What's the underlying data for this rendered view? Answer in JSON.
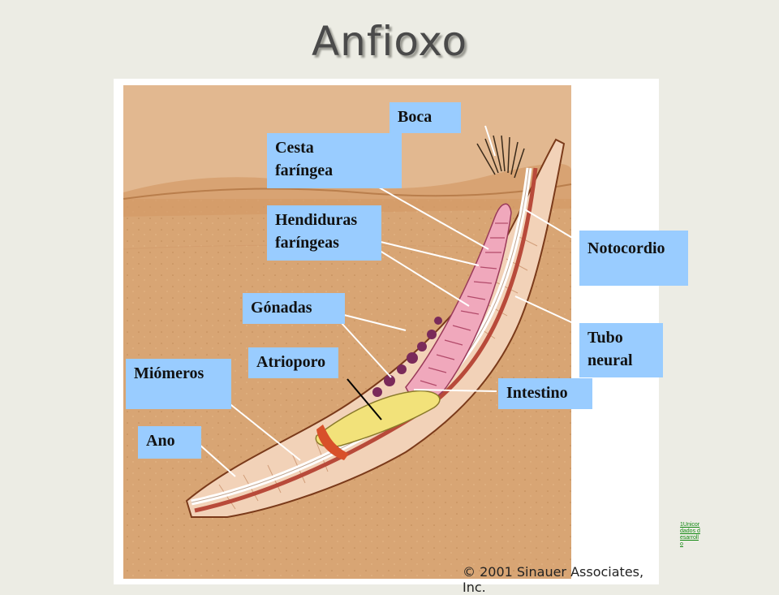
{
  "title": "Anfioxo",
  "labels": {
    "boca": "Boca",
    "cesta": "Cesta\nfaríngea",
    "hendiduras": "Hendiduras\nfaríngeas",
    "notocordio": "Notocordio",
    "gonadas": "Gónadas",
    "tubo": "Tubo\nneural",
    "atrioporo": "Atrioporo",
    "miomeros": "Miómeros",
    "intestino": "Intestino",
    "ano": "Ano"
  },
  "copyright": "© 2001 Sinauer Associates, Inc.",
  "footnote_link": "1Unicor dados desarroll o",
  "colors": {
    "background": "#ecece4",
    "label_fill": "#99ccff",
    "sand": "#d8a574",
    "body_tissue": "#f2d2b8",
    "pharynx": "#f0a8bc",
    "intestine": "#f2e27a",
    "gonads": "#7a2a5a",
    "notochord": "#ffffff",
    "nerve_cord": "#b84a3a"
  }
}
